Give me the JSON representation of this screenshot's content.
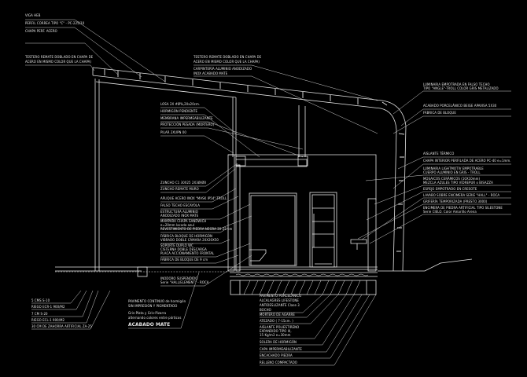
{
  "top_left": [
    "VIGA HEB",
    "PERFIL CORREA TIPO \"C\" - PC-225/10",
    "CHAPA PERF. ACERO",
    "TESTERO REMATE DOBLADO EN CHAPA DE",
    "ACERO EN MISMO COLOR QUE LA CHAPA)"
  ],
  "top_center": [
    "TESTERO REMATE DOBLADO EN CHAPA DE",
    "ACERO EN MISMO COLOR QUE LA CHAPA)",
    "CARPINTERÍA ALUMINIO ANODIZADO",
    "INOX ACABADO MATE"
  ],
  "left_column": [
    "LOSA 2X #Ø%,20x20cm.",
    "HORMIGÓN PENDIENTE",
    "MEMBRANA IMPERMEABILIZANTE",
    "PROTECCIÓN PESADA (MORTERO)",
    "PILAR 2XUPN 00",
    "ZUNCHO C1 30X25 2X3Ø/Ø0",
    "ZUNCHO REMATE MURO",
    "APLIQUE ACERO INOX \"MASK IP54\"-TROLL",
    "FALSO TECHO ESCAYOLA",
    "ESTRUCTURA ALUMINIO",
    "ANODIZADO INOX MATE",
    "MAMPARA CHAPA SANDWICH",
    "e=20mm lacada azul",
    "REVESTIMIENTO DE PIEDRA NEGRA 20-25 cm",
    "FÁBRICA BLOQUE DE HORMIGÓN",
    "VIBRADO DOBLE CÁMARA 20X20X50",
    "SOPORTE DUPLO WC",
    "CISTERNA DOBLE DESCARGA",
    "PLACA ACCIONAMIENTO FRONTAL",
    "FÁBRICA DE BLOQUE DE 9 cm",
    "INODORO SUSPENDIDO",
    "Serie \"HALL/ELEMENT\" - ROCA"
  ],
  "right_column": [
    "LUMINARIA EMPOTRADA EN FALSO TECHO",
    "TIPO \"ANGLE\"-TROLL COLOR GRIS METALIZADO",
    "ACABADO PORCELÁNICO BEIGE APAVISA 5X30",
    "FÁBRICA DE BLOQUE",
    "AISLANTE TÉRMICO",
    "CHAPA INTERIOR PERFILADA DE ACERO PC-40 e=1mm.",
    "LUMINARIA LIGHTMOTIV EMPOTRABLE",
    "CUERPO ALUMINIO EN GRIS - TROLL",
    "MOSAICOS CERÁMICOS (10X10mm)",
    "MEZCLA AZULES TIPO VIDREPUR o BISAZZA",
    "ESPEJO EMPOTRADO EN CRESOTE",
    "LAVABO SOBRE ENCIMERA SERIE \"HALL\" - ROCA",
    "GRIFERÍA TEMPORIZADA (PRESTO 3000)",
    "ENCIMERA DE PIEDRA ARTIFICIAL TIPO SILESTONE",
    "Serie CIELO. Color Amarillo Arena"
  ],
  "bottom_left": [
    "5 CMS S-10",
    "RIEGO ECR-1 900/M2",
    "7 CM S-20",
    "RIEGO ECL-1 900/M2",
    "30 CM DE ZAHORRA ARTIFICIAL ZA-25"
  ],
  "bottom_mid": [
    "PAVIMENTO CONTINUO de hormigón",
    "SIN IMPRESIÓN Y PIGMENTADO",
    "Gris-Plata y Gris-Pizarra",
    "alternando colores entre pórticos",
    "ACABADO MATE"
  ],
  "bottom_center": [
    "PAVIMENTO PORCELÁNICO",
    "ALCALAGRES LIFESTONE",
    "ANTIDESLIZANTE Clase 3",
    "BOCHO",
    "MORTERO DE AGARRE",
    "ATEZADO ( 7-15cm. )",
    "AISLANTE POLIESTIRENO",
    "EXPANDIDO TIPO III,",
    "15 Kg/m3 e=30mm",
    "SOLERA DE HORMIGÓN",
    "CAPA IMPERMEABILIZANTE",
    "ENCACHADO PIEDRA",
    "RELLENO COMPACTADO"
  ]
}
